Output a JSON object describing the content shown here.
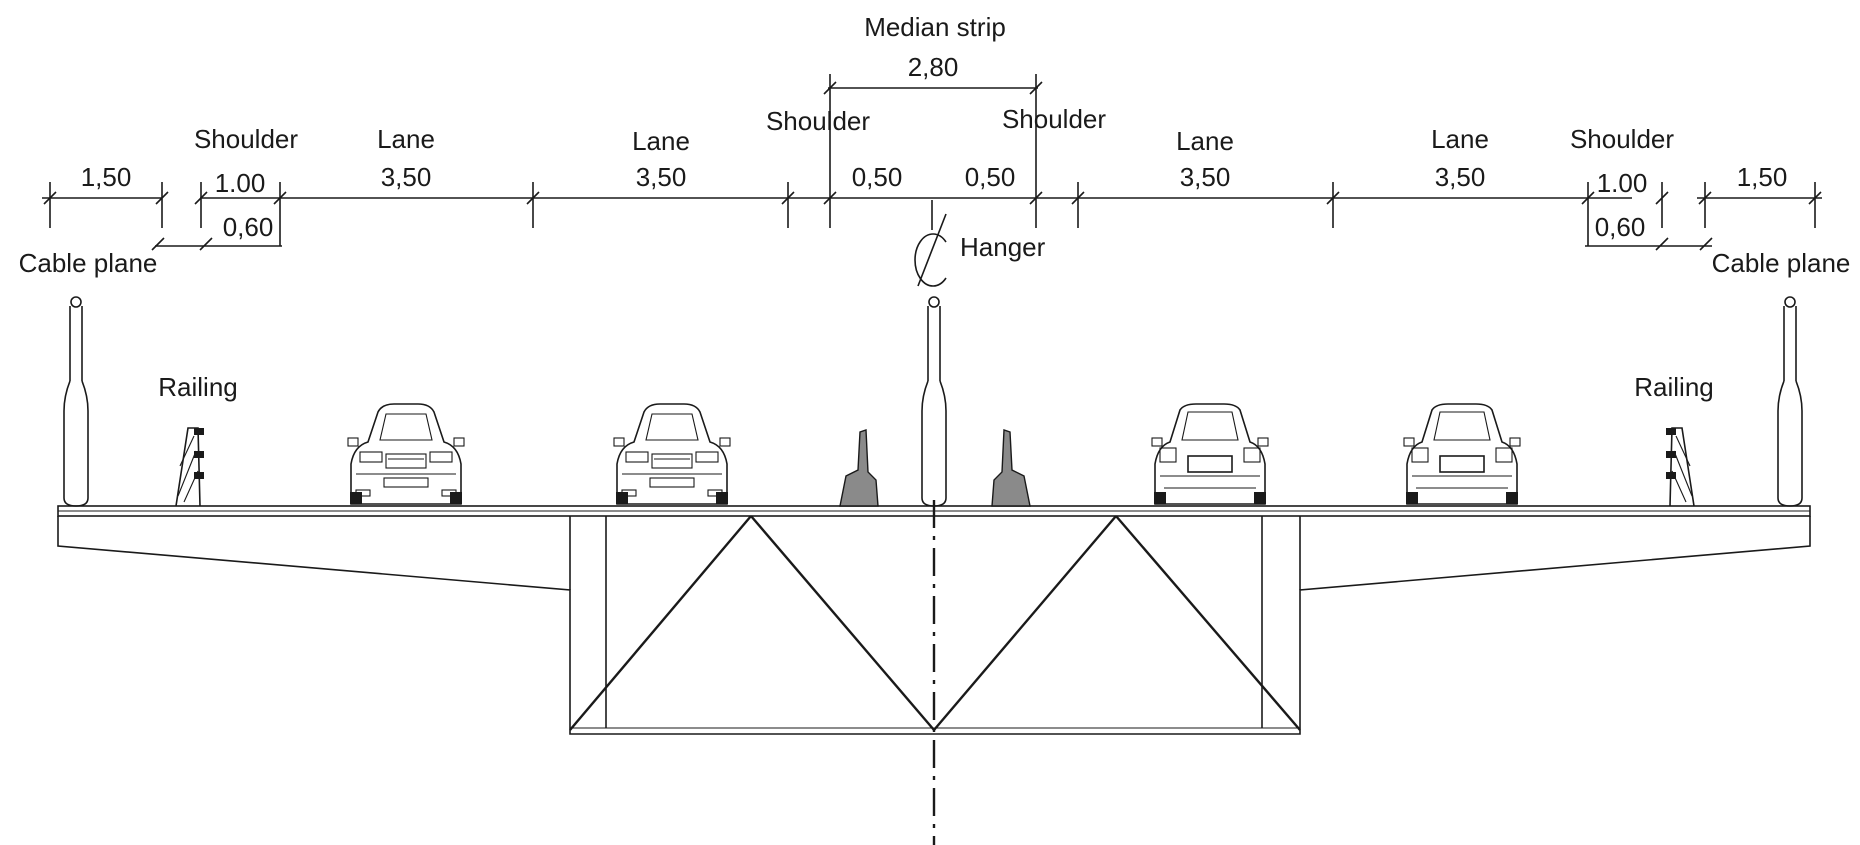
{
  "labels": {
    "median_strip": "Median strip",
    "shoulder": "Shoulder",
    "lane": "Lane",
    "cable_plane": "Cable plane",
    "railing": "Railing",
    "hanger": "Hanger"
  },
  "dimensions": {
    "median_strip": "2,80",
    "cable_zone": "1,50",
    "shoulder_outer": "1.00",
    "shoulder_offset": "0,60",
    "lane": "3,50",
    "median_half": "0,50"
  },
  "colors": {
    "line": "#1a1a1a",
    "barrier_fill": "#8a8a8a",
    "background": "#ffffff"
  }
}
